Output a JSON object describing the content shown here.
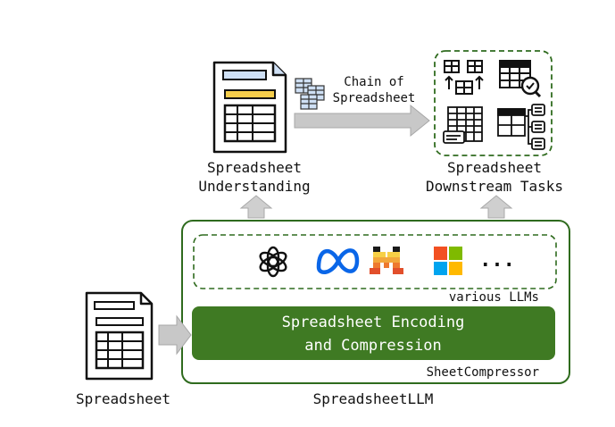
{
  "labels": {
    "spreadsheet_understanding": [
      "Spreadsheet",
      "Understanding"
    ],
    "chain_of_spreadsheet": [
      "Chain of",
      "Spreadsheet"
    ],
    "downstream_tasks": [
      "Spreadsheet",
      "Downstream Tasks"
    ],
    "various_llms": "various LLMs",
    "more_llms": "...",
    "encoding_compression": [
      "Spreadsheet Encoding",
      "and Compression"
    ],
    "sheet_compressor": "SheetCompressor",
    "spreadsheet": "Spreadsheet",
    "spreadsheet_llm": "SpreadsheetLLM"
  },
  "llm_icons": [
    "openai-icon",
    "meta-icon",
    "mistral-icon",
    "microsoft-icon"
  ],
  "colors": {
    "green_dark": "#2f6b1e",
    "green_fill": "#3f7a23",
    "arrow_gray": "#c8c8c8",
    "arrow_stroke": "#a7a7a7",
    "yellow": "#f5cd4b",
    "blue_light": "#cfe0f5",
    "meta_blue": "#0a66e8",
    "ms_red": "#f25022",
    "ms_green": "#7fba00",
    "ms_blue": "#00a4ef",
    "ms_yellow": "#ffb900"
  }
}
